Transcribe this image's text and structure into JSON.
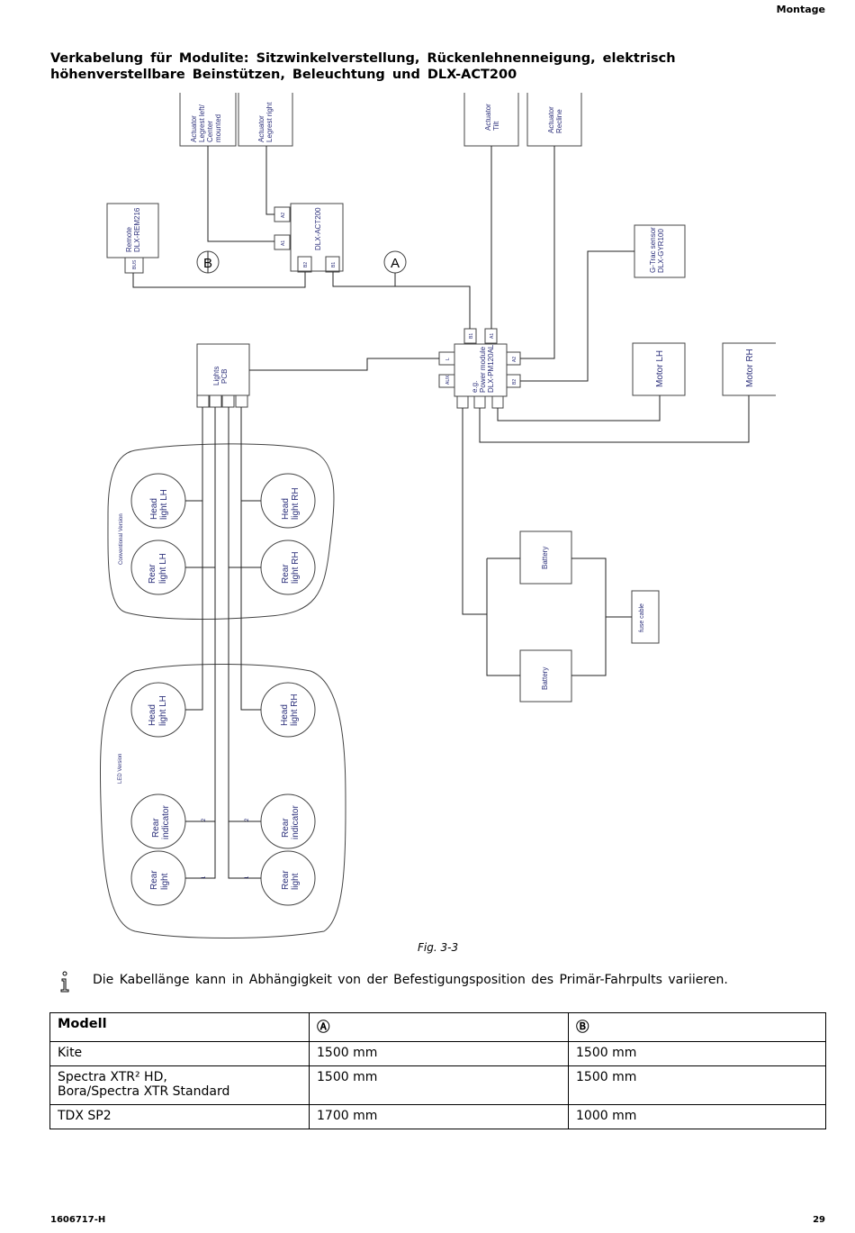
{
  "header": {
    "section": "Montage"
  },
  "title": "Verkabelung für Modulite: Sitzwinkelverstellung, Rückenlehnenneigung, elektrisch höhenverstellbare Beinstützen, Beleuchtung und DLX-ACT200",
  "diagram": {
    "act_legrest_left": "Actuator",
    "act_legrest_left_2": "Legrest left/",
    "act_legrest_left_3": "Center",
    "act_legrest_left_4": "mounted",
    "act_legrest_right": "Actuator",
    "act_legrest_right_2": "Legrest right",
    "act_tilt": "Actuator",
    "act_tilt_2": "Tilt",
    "act_recline": "Actuator",
    "act_recline_2": "Recline",
    "remote": "Remote",
    "remote_2": "DLX-REM216",
    "remote_port": "BUS",
    "act200": "DLX-ACT200",
    "act200_a2": "A2",
    "act200_a1": "A1",
    "act200_b2": "B2",
    "act200_b1": "B1",
    "marker_a": "A",
    "marker_b": "B",
    "gtrac": "G-Trac sensor",
    "gtrac_2": "DLX-GYR100",
    "lights_pcb": "Lights",
    "lights_pcb_2": "PCB",
    "power_module": "e.g.",
    "power_module_2": "Power module",
    "power_module_3": "DLX-PM120AL",
    "pm_l": "L",
    "pm_aux": "AUX",
    "pm_b1": "B1",
    "pm_a1": "A1",
    "pm_a2": "A2",
    "pm_b2": "B2",
    "motor_lh": "Motor LH",
    "motor_rh": "Motor RH",
    "battery_1": "Battery",
    "battery_2": "Battery",
    "fuse": "fuse cable",
    "conventional_version": "Conventional Version",
    "led_version": "LED Version",
    "head_light_lh": "Head",
    "head_light_lh_2": "light LH",
    "head_light_rh": "Head",
    "head_light_rh_2": "light RH",
    "rear_light_lh": "Rear",
    "rear_light_lh_2": "light LH",
    "rear_light_rh": "Rear",
    "rear_light_rh_2": "light RH",
    "led_head_lh": "Head",
    "led_head_lh_2": "light LH",
    "led_head_rh": "Head",
    "led_head_rh_2": "light RH",
    "rear_indicator_l": "Rear",
    "rear_indicator_l_2": "indicator",
    "rear_indicator_r": "Rear",
    "rear_indicator_r_2": "indicator",
    "rear_light_l": "Rear",
    "rear_light_l_2": "light",
    "rear_light_r": "Rear",
    "rear_light_r_2": "light",
    "pin_2": "2",
    "pin_1": "1"
  },
  "figure_caption": "Fig. 3-3",
  "note": "Die Kabellänge kann in Abhängigkeit von der Befestigungsposition des Primär-Fahrpults variieren.",
  "table": {
    "headers": [
      "Modell",
      "Ⓐ",
      "Ⓑ"
    ],
    "rows": [
      [
        "Kite",
        "1500 mm",
        "1500 mm"
      ],
      [
        "Spectra XTR² HD,",
        "1500 mm",
        "1500 mm"
      ],
      [
        "Bora/Spectra XTR Standard",
        "",
        ""
      ],
      [
        "TDX SP2",
        "1700 mm",
        "1000 mm"
      ]
    ]
  },
  "footer": {
    "doc_number": "1606717-H",
    "page": "29"
  }
}
